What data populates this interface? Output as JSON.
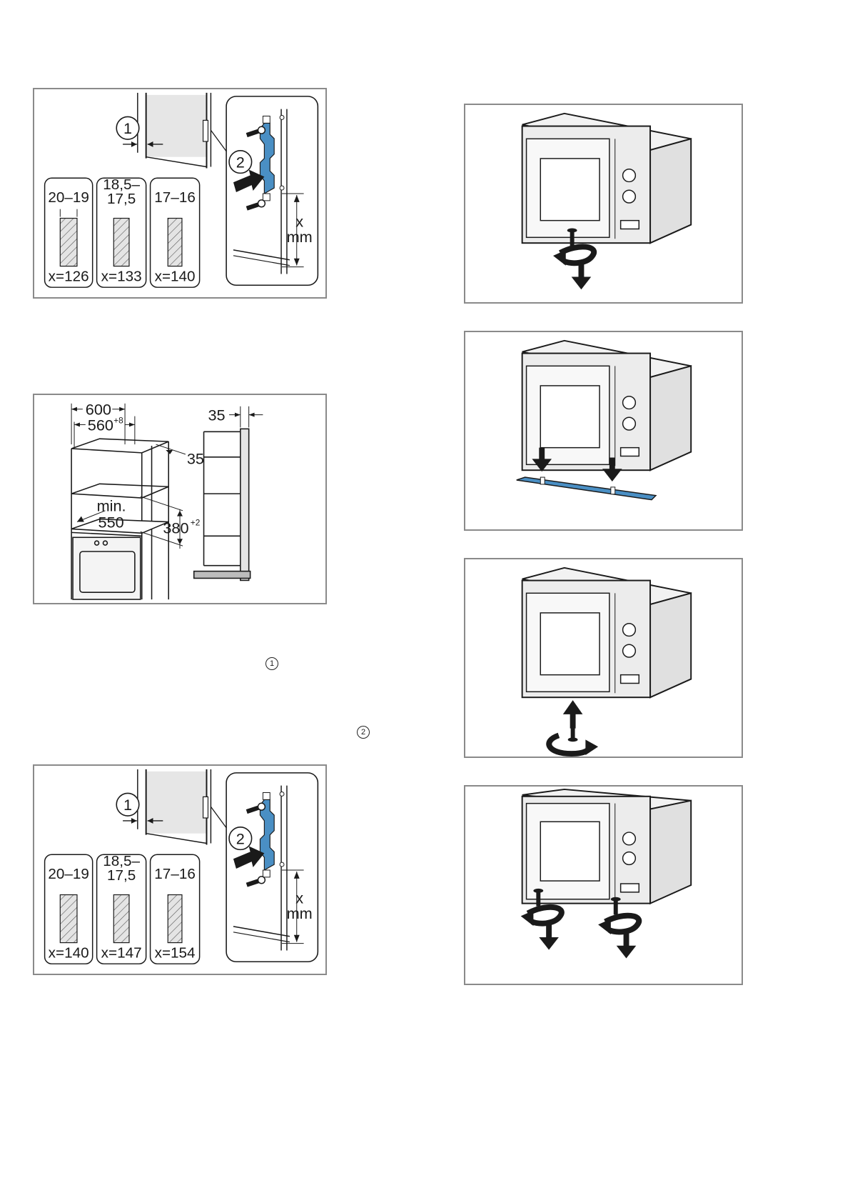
{
  "bracket_diagram_1": {
    "callout_1": "1",
    "callout_2": "2",
    "columns": [
      {
        "thickness": "20–19",
        "x_value": "x=126"
      },
      {
        "thickness_line1": "18,5–",
        "thickness_line2": "17,5",
        "x_value": "x=133"
      },
      {
        "thickness": "17–16",
        "x_value": "x=140"
      }
    ],
    "x_label": "x",
    "unit_label": "mm"
  },
  "niche_diagram": {
    "width_outer": "600",
    "width_inner": "560",
    "width_inner_tol": "+8",
    "depth_side": "35",
    "depth_min_line1": "min.",
    "depth_min_line2": "550",
    "height": "380",
    "height_tol": "+2",
    "front_offset": "35"
  },
  "inline_marks": {
    "mark_1": "1",
    "mark_2": "2"
  },
  "bracket_diagram_2": {
    "callout_1": "1",
    "callout_2": "2",
    "columns": [
      {
        "thickness": "20–19",
        "x_value": "x=140"
      },
      {
        "thickness_line1": "18,5–",
        "thickness_line2": "17,5",
        "x_value": "x=147"
      },
      {
        "thickness": "17–16",
        "x_value": "x=154"
      }
    ],
    "x_label": "x",
    "unit_label": "mm"
  },
  "colors": {
    "line": "#1a1a1a",
    "frame": "#8a8a8a",
    "appliance": "#e9e9e9",
    "accent": "#4a8fc4",
    "wood": "#d9d9d9"
  }
}
